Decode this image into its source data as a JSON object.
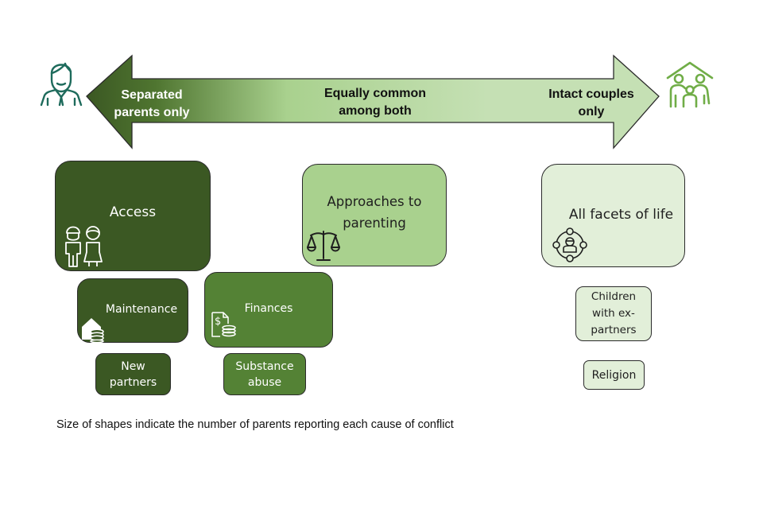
{
  "arrow": {
    "left_label": "Separated parents only",
    "left_label_line1": "Separated",
    "left_label_line2": "parents only",
    "center_label_line1": "Equally common",
    "center_label_line2": "among both",
    "right_label_line1": "Intact couples",
    "right_label_line2": "only",
    "gradient_colors": [
      "#3b5823",
      "#a9d18e",
      "#c5e0b4"
    ]
  },
  "icons": {
    "left": "separated-parent-person-icon",
    "right": "family-house-icon"
  },
  "categories": [
    {
      "label": "Access",
      "group": "Separated parents only",
      "icon": "children-icon",
      "color": "#3b5823"
    },
    {
      "label": "Maintenance",
      "group": "Separated parents only",
      "icon": "house-coins-icon",
      "color": "#3b5823"
    },
    {
      "label_line1": "New",
      "label_line2": "partners",
      "group": "Separated parents only",
      "color": "#3b5823"
    },
    {
      "label": "Finances",
      "group": "Separated parents only",
      "icon": "dollar-document-coins-icon",
      "color": "#548235"
    },
    {
      "label_line1": "Substance",
      "label_line2": "abuse",
      "group": "Separated parents only",
      "color": "#548235"
    },
    {
      "label_line1": "Approaches to",
      "label_line2": "parenting",
      "group": "Equally common among both",
      "icon": "scales-icon",
      "color": "#a9d18e"
    },
    {
      "label": "All facets of life",
      "group": "Intact couples only",
      "icon": "person-network-icon",
      "color": "#e2efd9"
    },
    {
      "label_line1": "Children",
      "label_line2": "with ex-",
      "label_line3": "partners",
      "group": "Intact couples only",
      "color": "#e2efd9"
    },
    {
      "label": "Religion",
      "group": "Intact couples only",
      "color": "#e2efd9"
    }
  ],
  "caption": "Size of shapes indicate the number of parents reporting each cause of conflict"
}
